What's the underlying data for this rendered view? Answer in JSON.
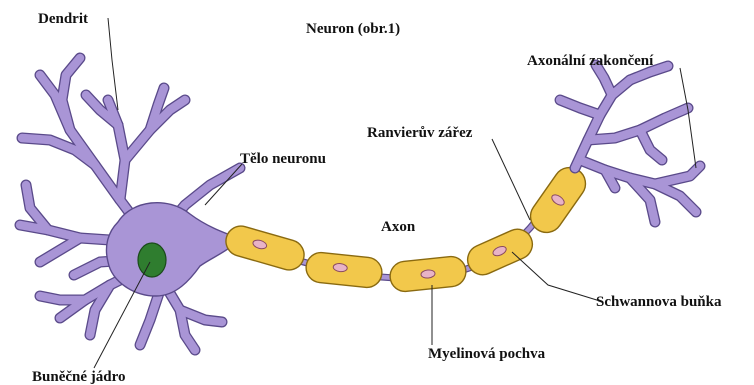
{
  "title": "Neuron (obr.1)",
  "labels": {
    "dendrit": "Dendrit",
    "telo_neuronu": "Tělo neuronu",
    "ranvieruv_zarez": "Ranvierův zářez",
    "axon": "Axon",
    "axonalni_zakonceni": "Axonální zakončení",
    "schwannova_bunka": "Schwannova buňka",
    "myelinova_pochva": "Myelinová pochva",
    "bunecne_jadro": "Buněčné jádro"
  },
  "colors": {
    "neuron_body": "#a995d6",
    "neuron_outline": "#5a4a8a",
    "myelin_fill": "#f2c84b",
    "myelin_outline": "#8a6a10",
    "schwann_nucleus_fill": "#e8b3c6",
    "cell_nucleus_fill": "#2f7d2f",
    "leader_line": "#222222"
  }
}
